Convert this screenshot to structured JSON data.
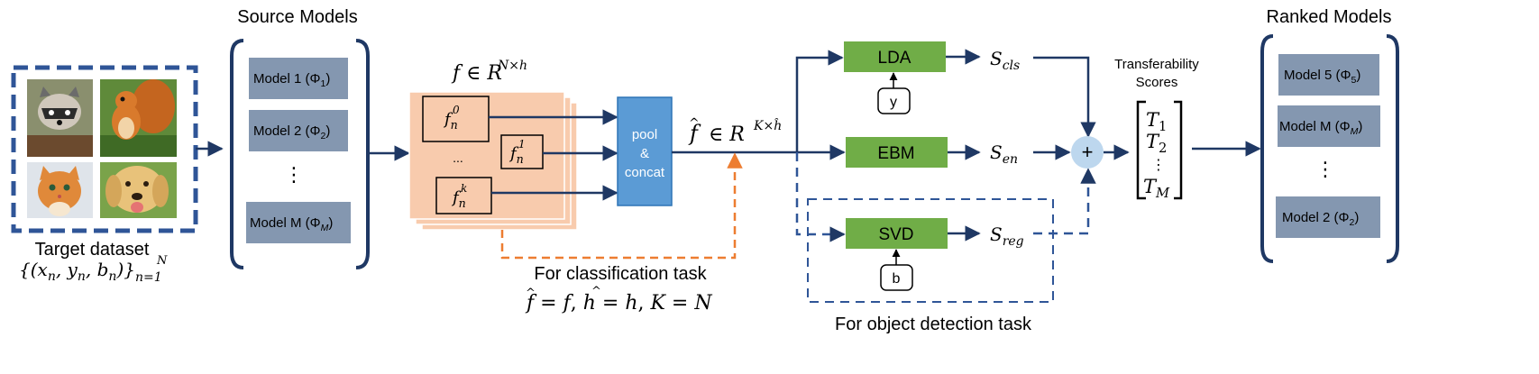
{
  "labels": {
    "source_models": "Source Models",
    "ranked_models": "Ranked Models",
    "target_dataset": "Target dataset",
    "target_formula": "{(x_n, y_n, b_n)}_{n=1}^N",
    "feature_dim": "f ∈ R^{N×h}",
    "concat_dim": "f̂ ∈ R^{K×ĥ}",
    "classification_task": "For classification task",
    "classification_formula": "f̂ = f, ĥ = h, K = N",
    "object_detection_task": "For object detection task",
    "transferability_line1": "Transferability",
    "transferability_line2": "Scores",
    "ellipsis": "⋮",
    "feature_dots": "..."
  },
  "source_models": [
    "Model 1 (Φ1)",
    "Model 2 (Φ2)",
    "⋮",
    "Model M (ΦM)"
  ],
  "ranked_models": [
    "Model 5 (Φ5)",
    "Model M (ΦM)",
    "⋮",
    "Model 2 (Φ2)"
  ],
  "features": [
    "f_n^0",
    "f_n^1",
    "f_n^k"
  ],
  "pool_concat": [
    "pool",
    "&",
    "concat"
  ],
  "estimators": {
    "lda": "LDA",
    "ebm": "EBM",
    "svd": "SVD",
    "y_input": "y",
    "b_input": "b"
  },
  "scores": [
    "S_cls",
    "S_en",
    "S_reg"
  ],
  "score_vector": [
    "T1",
    "T2",
    "⋮",
    "TM"
  ],
  "sum_symbol": "+",
  "images": [
    "raccoon",
    "squirrel",
    "kitten",
    "dog"
  ],
  "colors": {
    "arrow_navy": "#1f3864",
    "dash_blue": "#2f5597",
    "dash_orange": "#ed7d31",
    "model_box": "#8497b0",
    "feature_panel": "#f8cbad",
    "pool_box": "#5b9bd5",
    "estimator_green": "#70ad47",
    "sum_circle": "#bdd7ee"
  }
}
